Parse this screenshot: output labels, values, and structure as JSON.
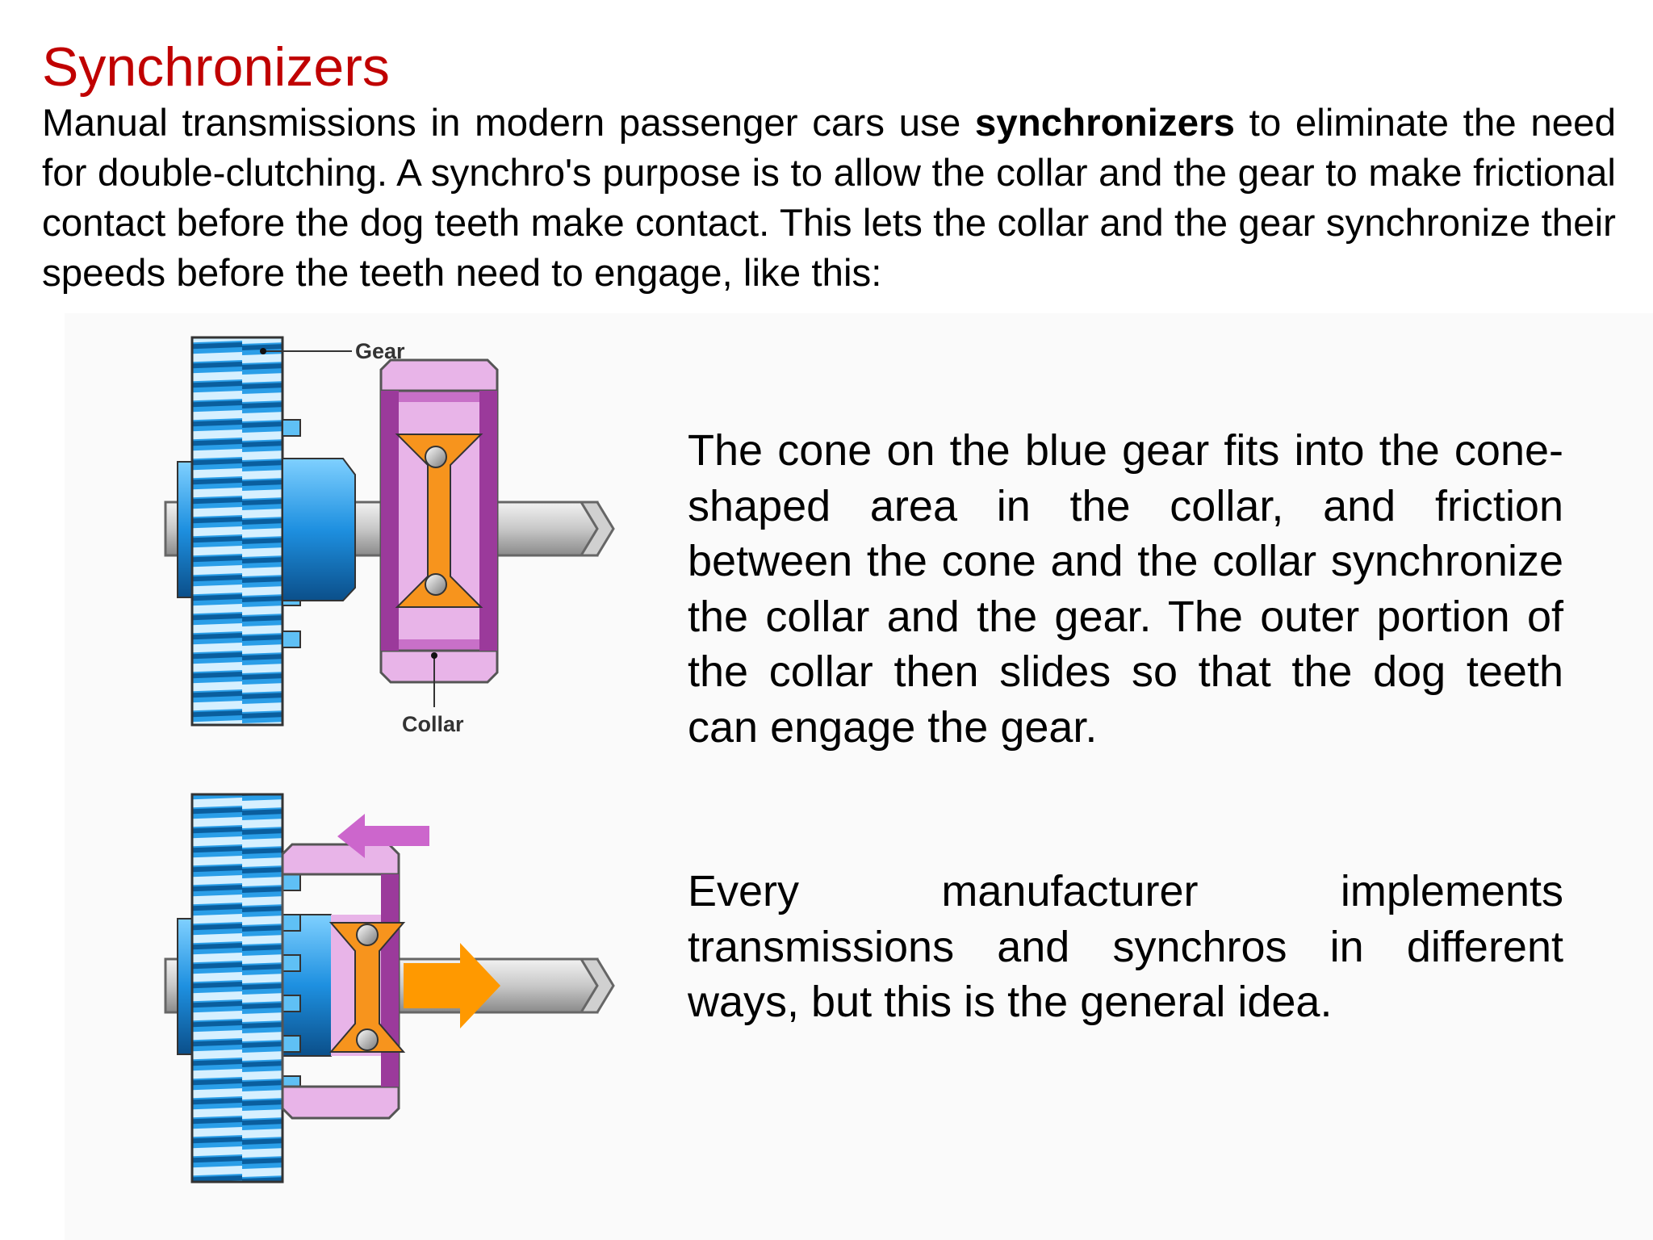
{
  "title": "Synchronizers",
  "intro": {
    "before": "Manual transmissions in modern passenger cars use ",
    "bold": "synchronizers",
    "after": " to eliminate the need for double-clutching. A synchro's purpose is to allow the collar and the gear to make frictional contact before the dog teeth make contact. This lets the collar and the gear synchronize their speeds before the teeth need to engage, like this:"
  },
  "diagram": {
    "gear_label": "Gear",
    "collar_label": "Collar",
    "colors": {
      "gear_blue": "#1e90e0",
      "collar_pink": "#e8b4e8",
      "collar_purple": "#9b3a9b",
      "cone_orange": "#f7941d",
      "shaft_gray": "#c8c8c8"
    }
  },
  "paragraphs": [
    "The cone on the blue gear fits into the cone-shaped area in the collar, and friction between the cone and the collar synchronize the collar and the gear. The outer portion of the collar then slides so that the dog teeth can engage the gear.",
    "Every manufacturer implements transmissions and synchros in different ways, but this is the general idea."
  ]
}
